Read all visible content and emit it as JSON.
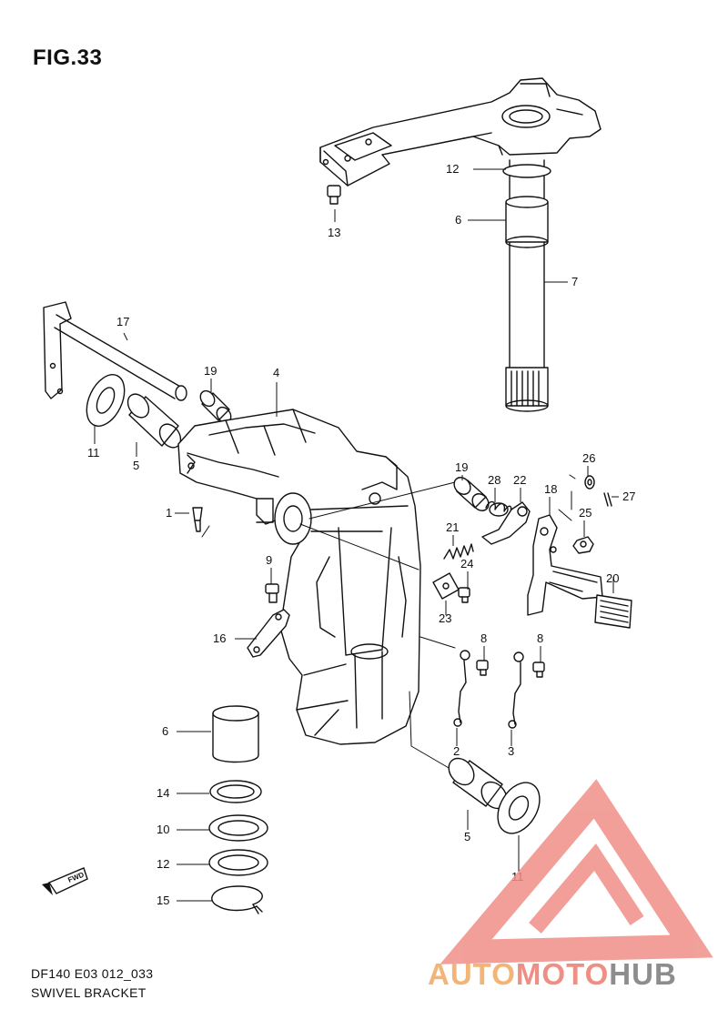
{
  "figure": {
    "title": "FIG.33",
    "model_code": "DF140 E03 012_033",
    "caption": "SWIVEL BRACKET",
    "direction_label": "FWD"
  },
  "callouts": {
    "c1": "1",
    "c2": "2",
    "c3": "3",
    "c4": "4",
    "c5a": "5",
    "c5b": "5",
    "c6a": "6",
    "c6b": "6",
    "c7": "7",
    "c8a": "8",
    "c8b": "8",
    "c9": "9",
    "c10": "10",
    "c11a": "11",
    "c11b": "11",
    "c12a": "12",
    "c12b": "12",
    "c13": "13",
    "c14": "14",
    "c15": "15",
    "c16": "16",
    "c17": "17",
    "c18": "18",
    "c19a": "19",
    "c19b": "19",
    "c20": "20",
    "c21": "21",
    "c22": "22",
    "c23": "23",
    "c24": "24",
    "c25": "25",
    "c26": "26",
    "c27": "27",
    "c28": "28"
  },
  "watermark": {
    "part1": "AUTO",
    "part2": "MOTO",
    "part3": "HUB",
    "color_auto": "#f3b478",
    "color_moto": "#ee8f86",
    "color_hub": "#8d8d8d",
    "color_logo": "#f08f88"
  }
}
